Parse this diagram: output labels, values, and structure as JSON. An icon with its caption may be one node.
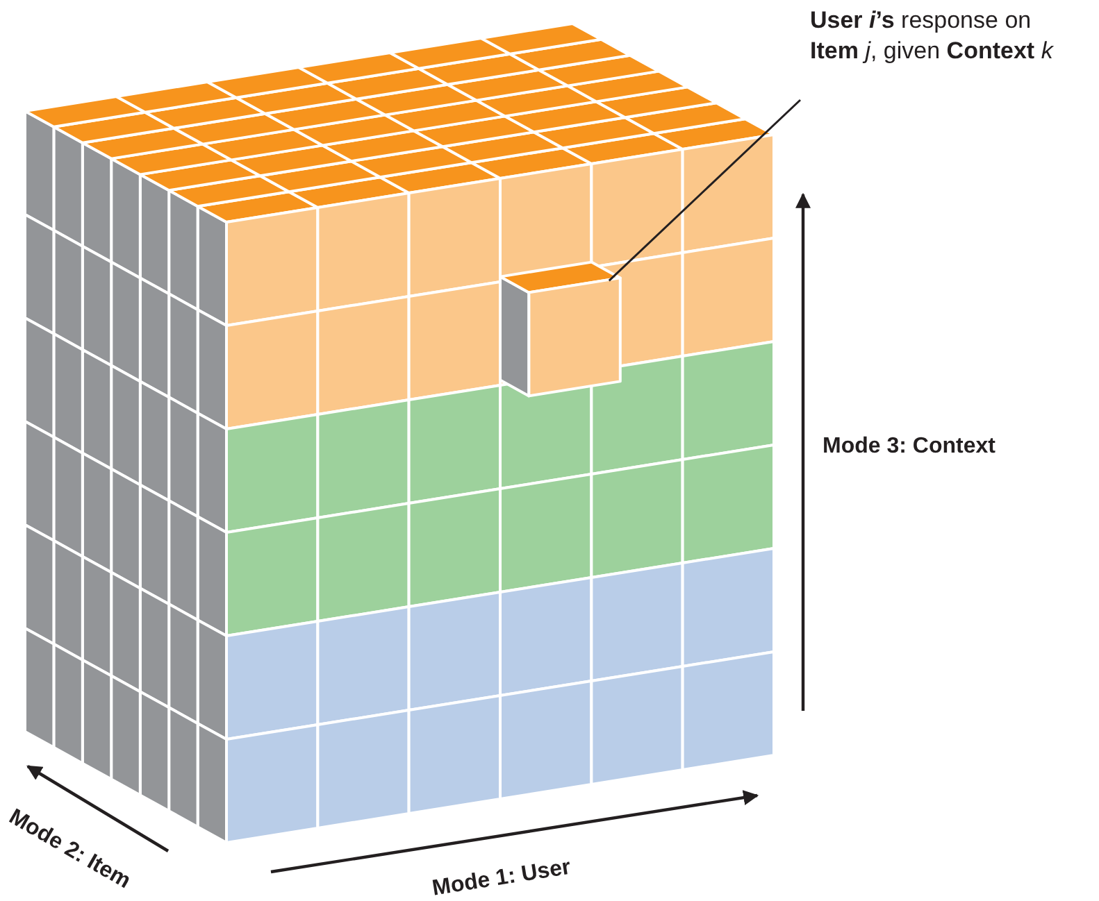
{
  "diagram": {
    "nodes": [
      {
        "text": [
          "**User *i*’s** response on **Item** *j*, given **Context** *k*"
        ]
      },
      {
        "text": [],
        "shape": "box"
      }
    ],
    "edges": [
      {
        "from": 0,
        "to": 1,
        "arrow": "none"
      }
    ],
    "labels": [
      "Mode 3: Context",
      "Mode 2: Item",
      "Mode 1: User"
    ]
  }
}
